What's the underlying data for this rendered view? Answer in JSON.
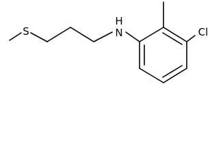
{
  "molecule": {
    "atoms": {
      "sulfur": "S",
      "nitrogen": "N",
      "hydrogen": "H",
      "chlorine": "Cl"
    }
  },
  "colors": {
    "bond": "#000000",
    "label": "#000000",
    "background": "#ffffff"
  }
}
